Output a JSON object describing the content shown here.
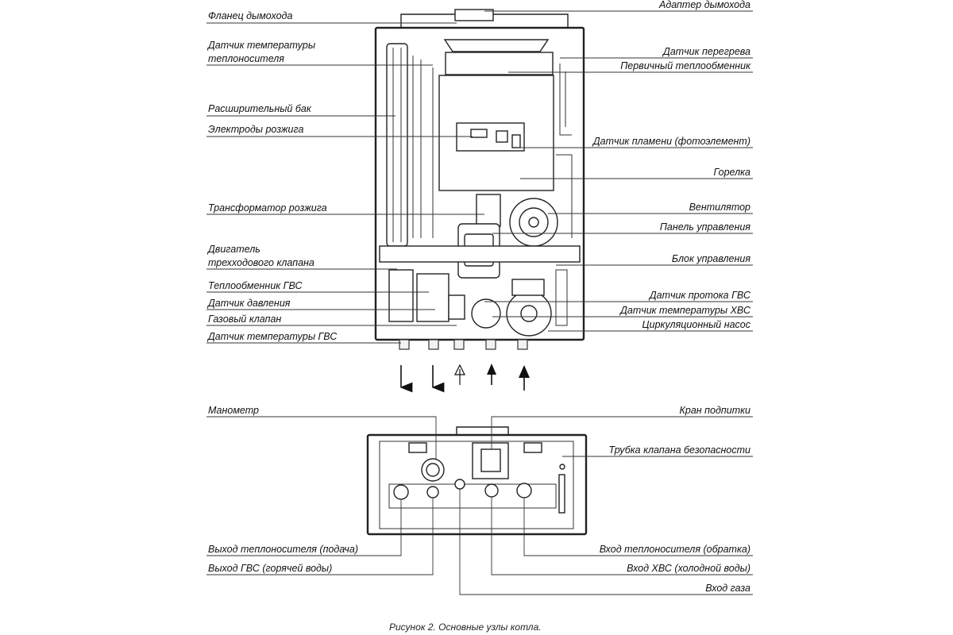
{
  "labels_left_top": [
    "Фланец дымохода",
    "Датчик температуры",
    "теплоносителя",
    "Расширительный бак",
    "Электроды розжига",
    "Трансформатор розжига",
    "Двигатель",
    "трехходового клапана",
    "Теплообменник ГВС",
    "Датчик давления",
    "Газовый клапан",
    "Датчик температуры ГВС"
  ],
  "labels_right_top": [
    "Адаптер дымохода",
    "Датчик перегрева",
    "Первичный теплообменник",
    "Датчик пламени (фотоэлемент)",
    "Горелка",
    "Вентилятор",
    "Панель управления",
    "Блок управления",
    "Датчик протока ГВС",
    "Датчик температуры ХВС",
    "Циркуляционный насос"
  ],
  "labels_bottom": {
    "manometer": "Манометр",
    "fill_valve": "Кран подпитки",
    "safety_valve_tube": "Трубка клапана безопасности",
    "heating_out": "Выход теплоносителя (подача)",
    "dhw_out": "Выход ГВС (горячей воды)",
    "heating_in": "Вход теплоносителя (обратка)",
    "cold_in": "Вход ХВС (холодной воды)",
    "gas_in": "Вход газа"
  },
  "caption": "Рисунок 2.  Основные узлы котла."
}
